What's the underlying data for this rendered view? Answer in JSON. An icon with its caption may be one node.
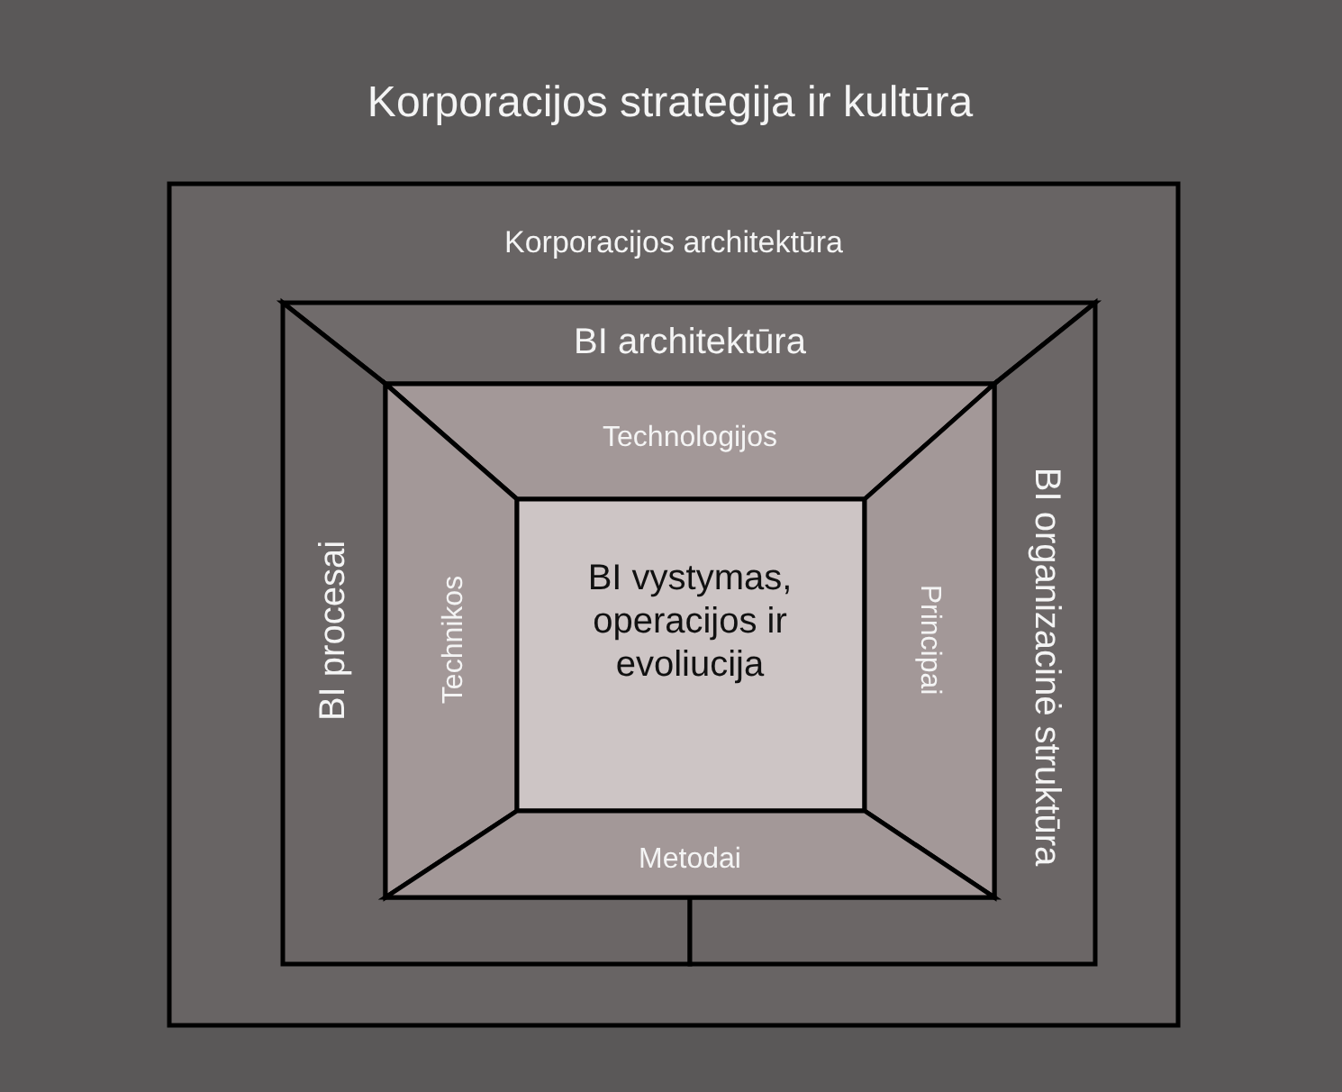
{
  "diagram": {
    "nodes": [
      {
        "text": [
          "Korporacijos strategija ir kultūra"
        ]
      },
      {
        "text": [
          "Korporacijos architektūra"
        ],
        "in": 0
      },
      {
        "text": [
          "BI architektūra"
        ],
        "in": 1
      },
      {
        "text": [
          "BI procesai"
        ],
        "in": 1
      },
      {
        "text": [
          "BI organizacinė struktūra"
        ],
        "in": 1
      },
      {
        "text": [
          "Technologijos"
        ],
        "in": 1
      },
      {
        "text": [
          "Technikos"
        ],
        "in": 1
      },
      {
        "text": [
          "BI vystymas, operacijos ir evoliucija"
        ],
        "in": 1
      },
      {
        "text": [
          "Principai"
        ],
        "in": 1
      },
      {
        "text": [
          "Metodai"
        ],
        "in": 1
      }
    ]
  }
}
